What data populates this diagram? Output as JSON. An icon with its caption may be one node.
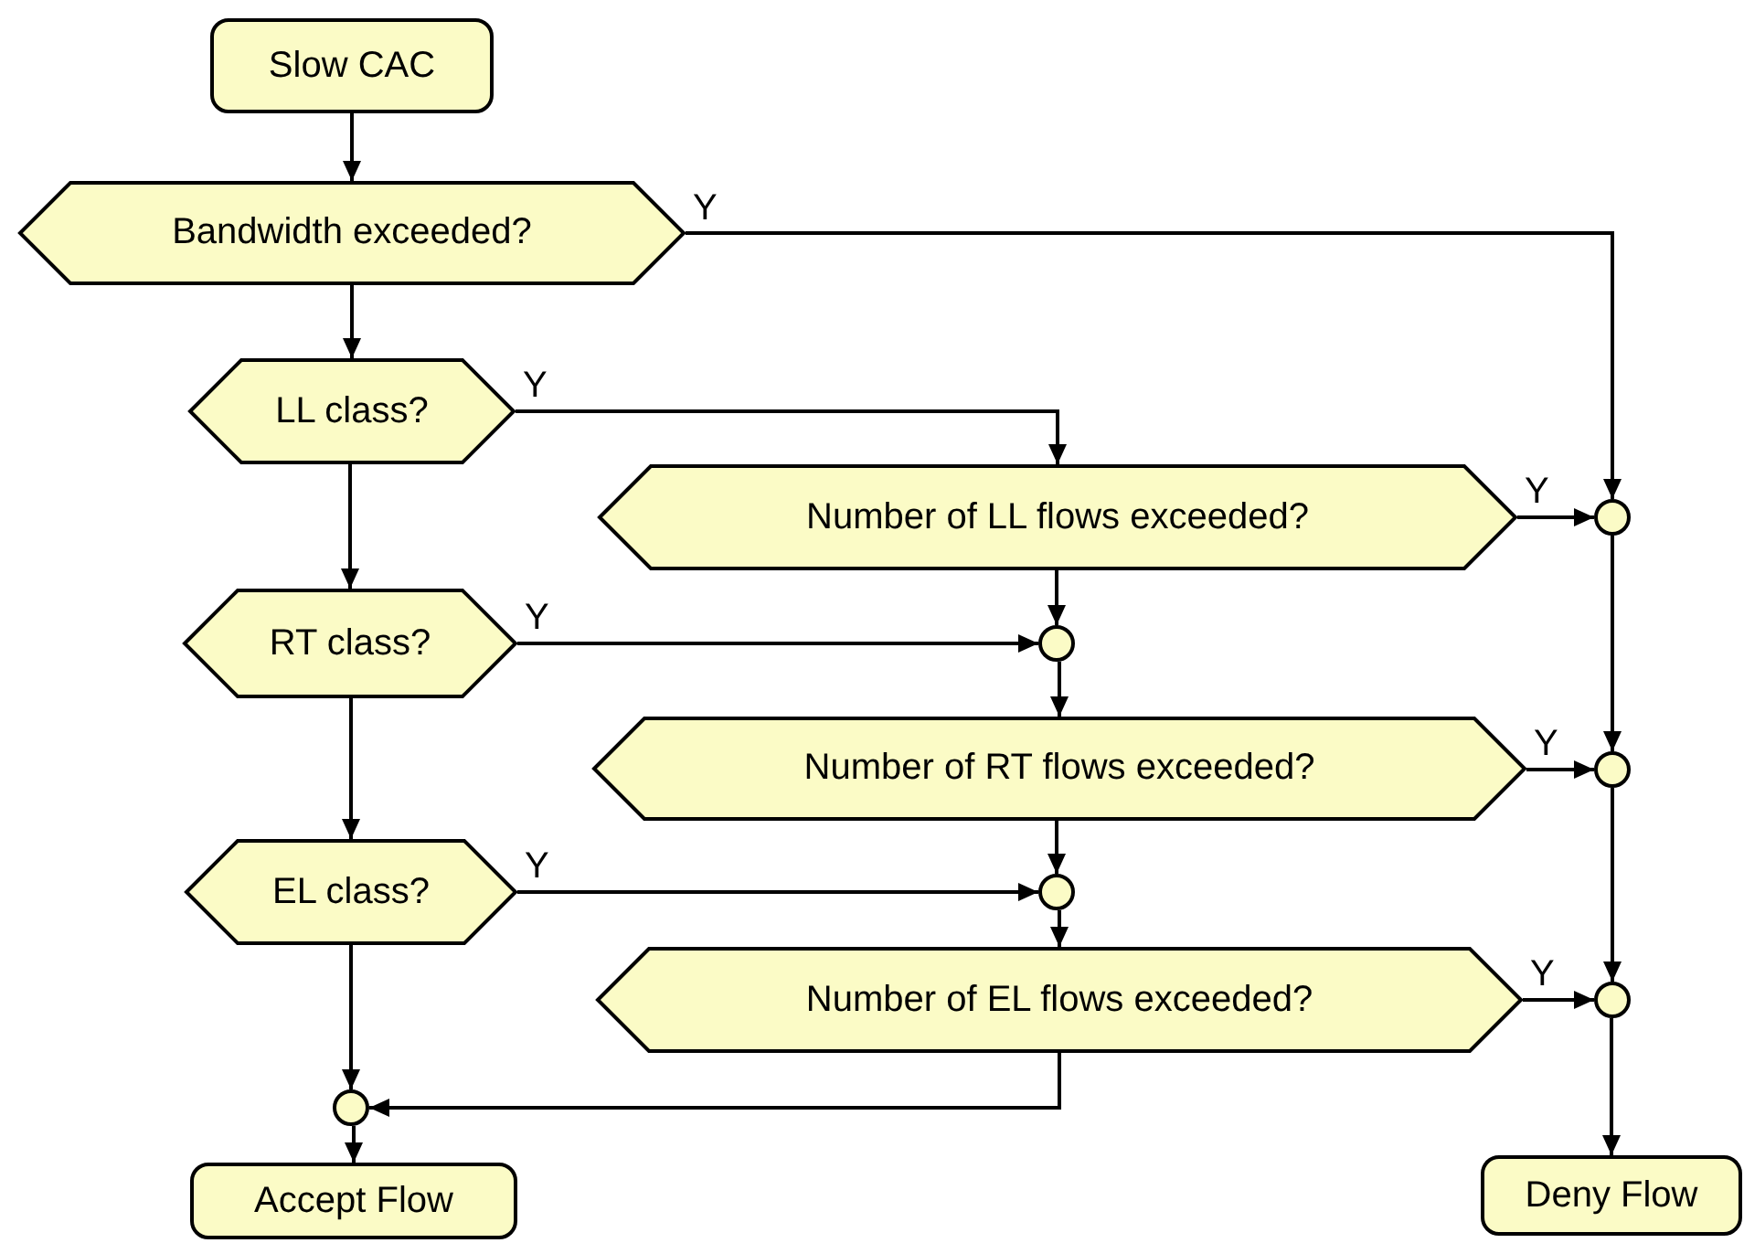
{
  "diagram": {
    "nodes": [
      {
        "text": [
          "Slow CAC"
        ]
      },
      {
        "text": [
          "Bandwidth exceeded?"
        ]
      },
      {
        "text": [
          "LL class?"
        ]
      },
      {
        "text": [
          "Number of LL flows exceeded?"
        ]
      },
      {
        "text": [],
        "shape": "circle"
      },
      {
        "text": [
          "RT class?"
        ]
      },
      {
        "text": [],
        "shape": "circle"
      },
      {
        "text": [
          "Number of RT flows exceeded?"
        ]
      },
      {
        "text": [],
        "shape": "circle"
      },
      {
        "text": [
          "EL class?"
        ]
      },
      {
        "text": [],
        "shape": "circle"
      },
      {
        "text": [
          "Number of EL flows exceeded?"
        ]
      },
      {
        "text": [],
        "shape": "circle"
      },
      {
        "text": [],
        "shape": "circle"
      },
      {
        "text": [
          "Accept Flow"
        ]
      },
      {
        "text": [
          "Deny Flow"
        ]
      }
    ],
    "edges": [
      {
        "from": 0,
        "to": 1,
        "arrow": "to"
      },
      {
        "from": 1,
        "to": 2,
        "arrow": "to"
      },
      {
        "from": 1,
        "to": 4,
        "arrow": "to",
        "label": "Y"
      },
      {
        "from": 2,
        "to": 5,
        "arrow": "to"
      },
      {
        "from": 2,
        "to": 3,
        "arrow": "to",
        "label": "Y"
      },
      {
        "from": 3,
        "to": 4,
        "arrow": "to",
        "label": "Y"
      },
      {
        "from": 3,
        "to": 6,
        "arrow": "to"
      },
      {
        "from": 5,
        "to": 6,
        "arrow": "to",
        "label": "Y"
      },
      {
        "from": 5,
        "to": 9,
        "arrow": "to"
      },
      {
        "from": 6,
        "to": 7,
        "arrow": "to"
      },
      {
        "from": 7,
        "to": 8,
        "arrow": "to",
        "label": "Y"
      },
      {
        "from": 7,
        "to": 10,
        "arrow": "to"
      },
      {
        "from": 9,
        "to": 10,
        "arrow": "to",
        "label": "Y"
      },
      {
        "from": 9,
        "to": 13,
        "arrow": "to"
      },
      {
        "from": 10,
        "to": 11,
        "arrow": "to"
      },
      {
        "from": 11,
        "to": 12,
        "arrow": "to",
        "label": "Y"
      },
      {
        "from": 11,
        "to": 13,
        "arrow": "to"
      },
      {
        "from": 13,
        "to": 14,
        "arrow": "to"
      },
      {
        "from": 4,
        "to": 8,
        "arrow": "to"
      },
      {
        "from": 8,
        "to": 12,
        "arrow": "to"
      },
      {
        "from": 12,
        "to": 15,
        "arrow": "to"
      }
    ]
  }
}
